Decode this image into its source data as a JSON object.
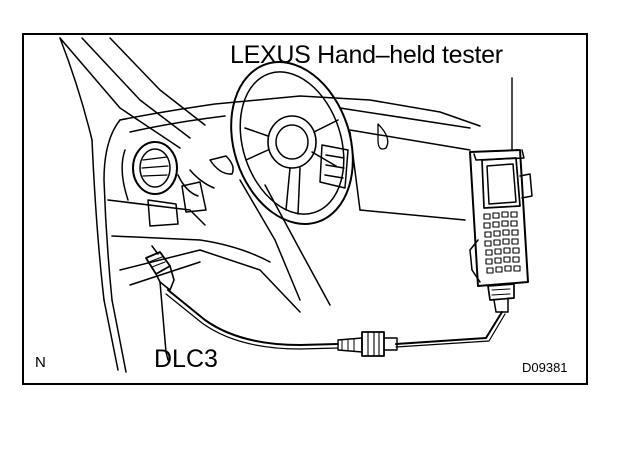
{
  "labels": {
    "tester": "LEXUS Hand–held tester",
    "connector": "DLC3",
    "orientation": "N",
    "figure_code": "D09381"
  }
}
